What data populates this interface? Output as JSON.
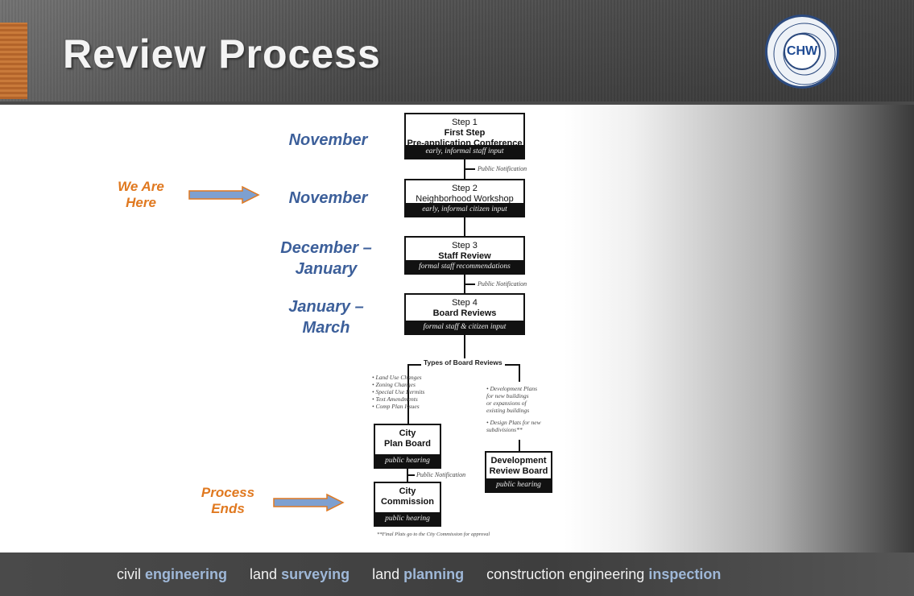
{
  "header": {
    "title": "Review Process",
    "logo_text": "CHW"
  },
  "months": {
    "m1": "November",
    "m2": "November",
    "m3a": "December –",
    "m3b": "January",
    "m4a": "January –",
    "m4b": "March"
  },
  "markers": {
    "we_are_here_1": "We Are",
    "we_are_here_2": "Here",
    "process_ends_1": "Process",
    "process_ends_2": "Ends"
  },
  "flowchart": {
    "step1": {
      "line1": "Step 1",
      "line2": "First Step",
      "line3": "Pre-application Conference",
      "band": "early, informal staff input"
    },
    "note1": "Public Notification",
    "step2": {
      "line1": "Step 2",
      "line2": "Neighborhood Workshop",
      "band": "early, informal citizen input"
    },
    "step3": {
      "line1": "Step 3",
      "line2": "Staff Review",
      "band": "formal staff recommendations"
    },
    "note3": "Public Notification",
    "step4": {
      "line1": "Step 4",
      "line2": "Board Reviews",
      "band": "formal staff & citizen input"
    },
    "types": "Types of Board Reviews",
    "left_list": [
      "• Land Use Changes",
      "• Zoning Changes",
      "• Special Use Permits",
      "• Text Amendments",
      "• Comp Plan Issues"
    ],
    "right_list": [
      "• Development Plans",
      "for new buildings",
      "or expansions of",
      "existing buildings",
      "",
      "• Design Plats for new",
      "subdivisions**"
    ],
    "plan_board": {
      "line1": "City",
      "line2": "Plan Board",
      "band": "public hearing"
    },
    "note_pn": "Public Notification",
    "commission": {
      "line1": "City",
      "line2": "Commission",
      "band": "public hearing"
    },
    "drb": {
      "line1": "Development",
      "line2": "Review Board",
      "band": "public hearing"
    },
    "footnote": "**Final Plats go to the City Commission for approval"
  },
  "footer": {
    "i1a": "civil",
    "i1b": "engineering",
    "i2a": "land",
    "i2b": "surveying",
    "i3a": "land",
    "i3b": "planning",
    "i4a": "construction engineering",
    "i4b": "inspection"
  },
  "colors": {
    "month_blue": "#3c5f9a",
    "marker_orange": "#e07920",
    "footer_highlight": "#9fb8d8"
  }
}
